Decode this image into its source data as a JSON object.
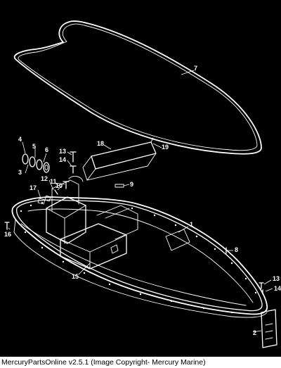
{
  "footer": {
    "caption": "MercuryPartsOnline v2.5.1 (Image Copyright- Mercury Marine)"
  },
  "diagram": {
    "callouts": [
      {
        "id": "c1",
        "label": "1"
      },
      {
        "id": "c2",
        "label": "2"
      },
      {
        "id": "c3",
        "label": "3"
      },
      {
        "id": "c4",
        "label": "4"
      },
      {
        "id": "c5",
        "label": "5"
      },
      {
        "id": "c6",
        "label": "6"
      },
      {
        "id": "c7",
        "label": "7"
      },
      {
        "id": "c8",
        "label": "8"
      },
      {
        "id": "c9",
        "label": "9"
      },
      {
        "id": "c10",
        "label": "10"
      },
      {
        "id": "c11",
        "label": "11"
      },
      {
        "id": "c12",
        "label": "12"
      },
      {
        "id": "c13a",
        "label": "13"
      },
      {
        "id": "c13b",
        "label": "13"
      },
      {
        "id": "c14a",
        "label": "14"
      },
      {
        "id": "c14b",
        "label": "14"
      },
      {
        "id": "c15",
        "label": "15"
      },
      {
        "id": "c16",
        "label": "16"
      },
      {
        "id": "c17",
        "label": "17"
      },
      {
        "id": "c18",
        "label": "18"
      },
      {
        "id": "c19",
        "label": "19"
      }
    ]
  }
}
